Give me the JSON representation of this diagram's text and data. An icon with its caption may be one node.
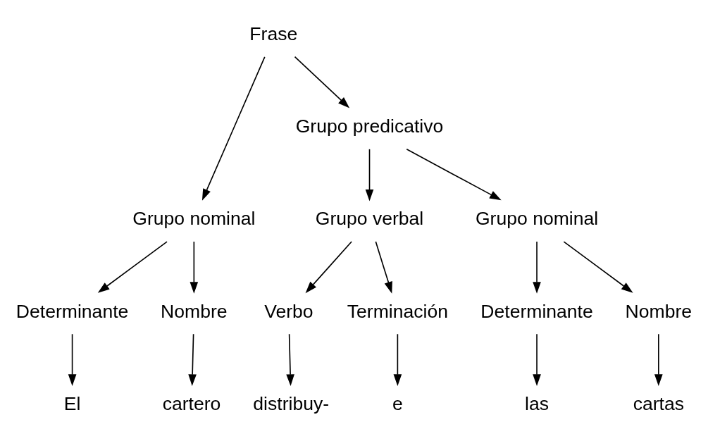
{
  "diagram": {
    "nodes": [
      {
        "text": [
          "Frase"
        ]
      },
      {
        "text": [
          "Grupo nominal"
        ]
      },
      {
        "text": [
          "Grupo predicativo"
        ]
      },
      {
        "text": [
          "Determinante"
        ]
      },
      {
        "text": [
          "Nombre"
        ]
      },
      {
        "text": [
          "Grupo verbal"
        ]
      },
      {
        "text": [
          "Grupo nominal"
        ]
      },
      {
        "text": [
          "Verbo"
        ]
      },
      {
        "text": [
          "Terminación"
        ]
      },
      {
        "text": [
          "Determinante"
        ]
      },
      {
        "text": [
          "Nombre"
        ]
      },
      {
        "text": [
          "El"
        ]
      },
      {
        "text": [
          "cartero"
        ]
      },
      {
        "text": [
          "distribuy-"
        ]
      },
      {
        "text": [
          "e"
        ]
      },
      {
        "text": [
          "las"
        ]
      },
      {
        "text": [
          "cartas"
        ]
      }
    ],
    "edges": [
      {
        "from": 0,
        "to": 1,
        "arrow": "to"
      },
      {
        "from": 0,
        "to": 2,
        "arrow": "to"
      },
      {
        "from": 1,
        "to": 3,
        "arrow": "to"
      },
      {
        "from": 1,
        "to": 4,
        "arrow": "to"
      },
      {
        "from": 2,
        "to": 5,
        "arrow": "to"
      },
      {
        "from": 2,
        "to": 6,
        "arrow": "to"
      },
      {
        "from": 5,
        "to": 7,
        "arrow": "to"
      },
      {
        "from": 5,
        "to": 8,
        "arrow": "to"
      },
      {
        "from": 6,
        "to": 9,
        "arrow": "to"
      },
      {
        "from": 6,
        "to": 10,
        "arrow": "to"
      },
      {
        "from": 3,
        "to": 11,
        "arrow": "to"
      },
      {
        "from": 4,
        "to": 12,
        "arrow": "to"
      },
      {
        "from": 7,
        "to": 13,
        "arrow": "to"
      },
      {
        "from": 8,
        "to": 14,
        "arrow": "to"
      },
      {
        "from": 9,
        "to": 15,
        "arrow": "to"
      },
      {
        "from": 10,
        "to": 16,
        "arrow": "to"
      }
    ]
  }
}
